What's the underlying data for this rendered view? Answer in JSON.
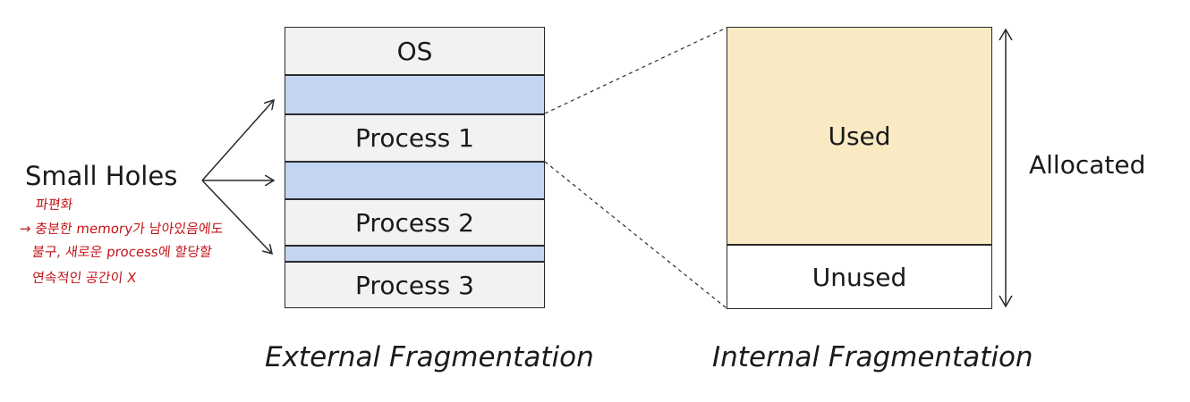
{
  "memory_blocks": {
    "os": "OS",
    "process1": "Process 1",
    "process2": "Process 2",
    "process3": "Process 3"
  },
  "left_label": "Small Holes",
  "internal": {
    "used": "Used",
    "unused": "Unused",
    "allocated": "Allocated"
  },
  "captions": {
    "external": "External Fragmentation",
    "internal": "Internal Fragmentation"
  },
  "handwritten_notes": [
    "파편화",
    "→ 충분한 memory가 남아있음에도",
    "불구, 새로운 process에 할당할",
    "연속적인 공간이 X"
  ],
  "colors": {
    "hole": "#c3d5f2",
    "process": "#f2f2f2",
    "used": "#faeac4",
    "note": "#c4141a"
  }
}
